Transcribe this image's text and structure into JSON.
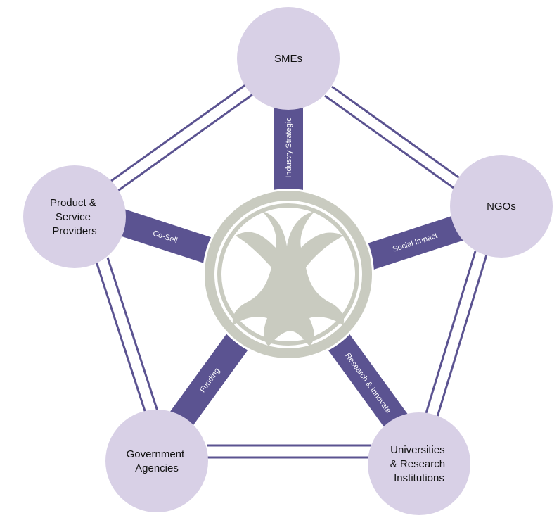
{
  "nodes": {
    "smes": {
      "lines": [
        "SMEs"
      ]
    },
    "ngos": {
      "lines": [
        "NGOs"
      ]
    },
    "universities": {
      "lines": [
        "Universities",
        "& Research",
        "Institutions"
      ]
    },
    "government": {
      "lines": [
        "Government",
        "Agencies"
      ]
    },
    "providers": {
      "lines": [
        "Product &",
        "Service",
        "Providers"
      ]
    }
  },
  "spokes": {
    "smes": "Industry Strategic",
    "ngos": "Social Impact",
    "universities": "Research & Innovate",
    "government": "Funding",
    "providers": "Co-Sell"
  },
  "center": {
    "icon": "tree-of-life-icon"
  },
  "colors": {
    "node_fill": "#d8d0e6",
    "spoke_fill": "#5b5391",
    "edge_stroke": "#5b5391",
    "center_icon": "#c9cbc0"
  }
}
